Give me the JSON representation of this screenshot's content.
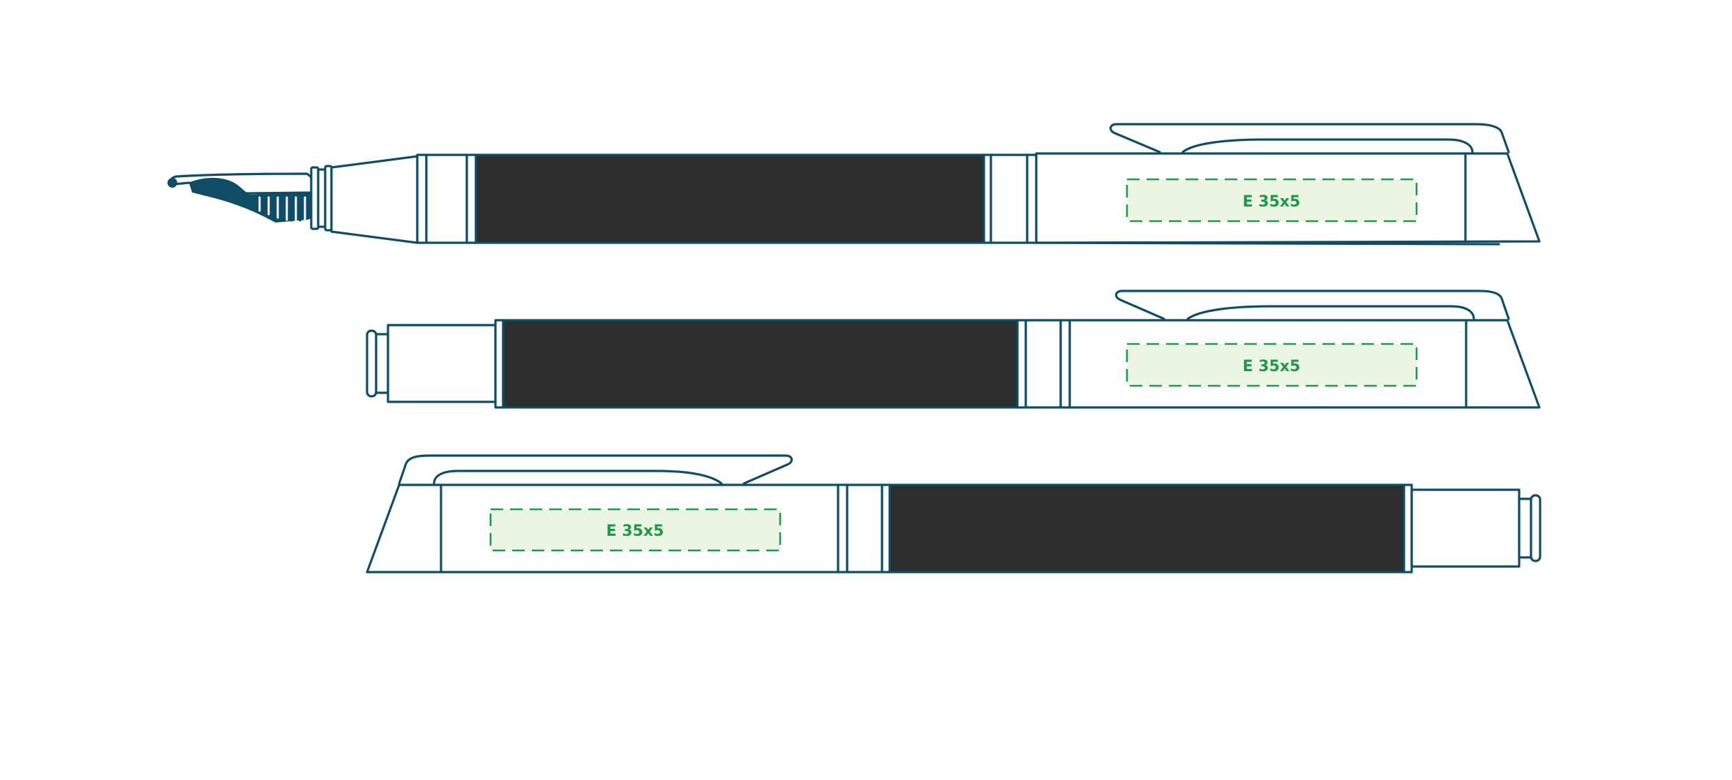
{
  "colors": {
    "outline": "#0f4c66",
    "band": "#2d2d2d",
    "zone_fill": "#ecf4e2",
    "zone_border": "#1c9a4a",
    "background": "#ffffff"
  },
  "pens": [
    {
      "variant": "fountain-pen",
      "print_zone_label": "E 35x5"
    },
    {
      "variant": "push-pen",
      "print_zone_label": "E 35x5"
    },
    {
      "variant": "push-pen-mirrored",
      "print_zone_label": "E 35x5"
    }
  ]
}
